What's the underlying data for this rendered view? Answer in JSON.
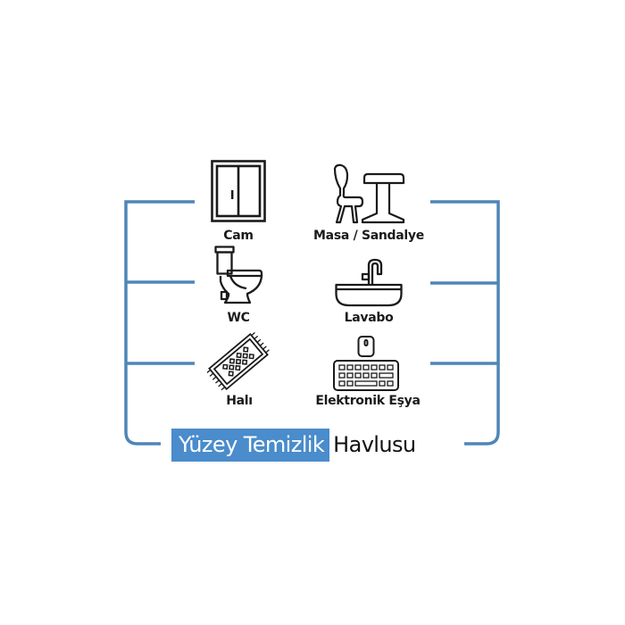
{
  "colors": {
    "bracket": "#4f86b8",
    "highlight": "#4a8ccc",
    "icon_stroke": "#1a1a1a",
    "label_text": "#1a1a1a"
  },
  "items": [
    {
      "label": "Cam",
      "icon": "window-icon"
    },
    {
      "label": "Masa / Sandalye",
      "icon": "table-chair-icon"
    },
    {
      "label": "WC",
      "icon": "toilet-icon"
    },
    {
      "label": "Lavabo",
      "icon": "sink-icon"
    },
    {
      "label": "Halı",
      "icon": "rug-icon"
    },
    {
      "label": "Elektronik Eşya",
      "icon": "keyboard-mouse-icon"
    }
  ],
  "title": {
    "highlighted": "Yüzey Temizlik",
    "rest": "Havlusu"
  }
}
